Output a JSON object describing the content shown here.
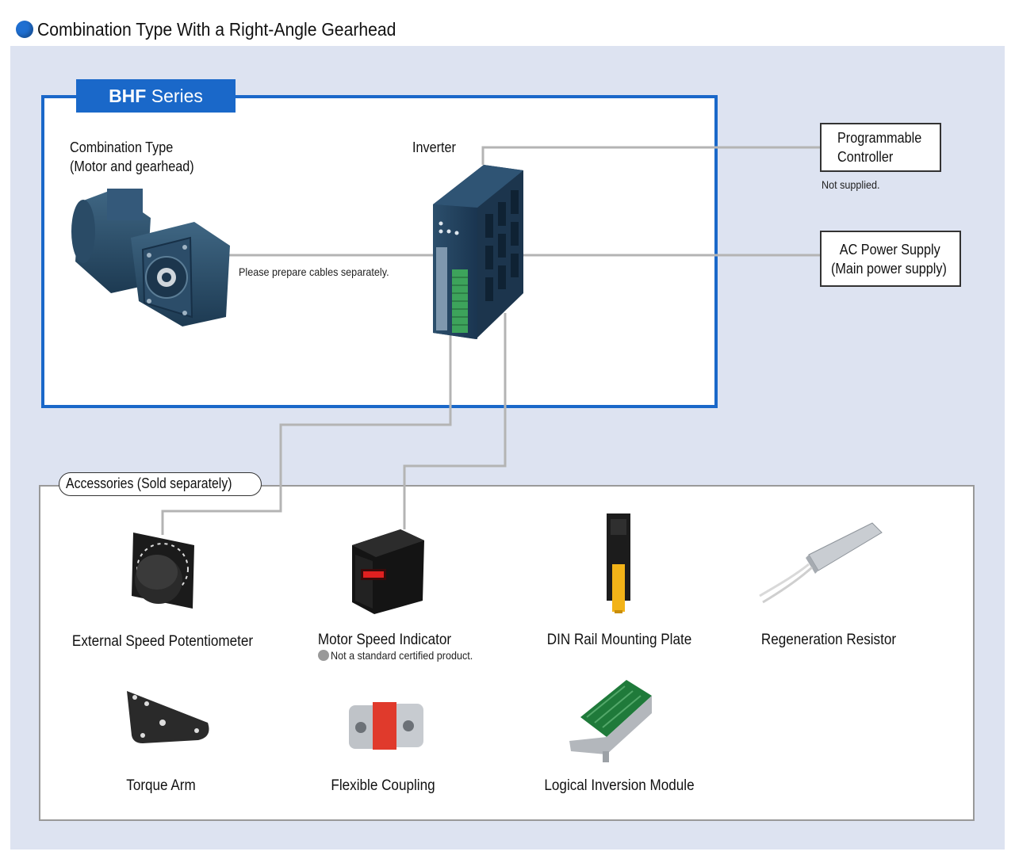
{
  "header": {
    "title": "Combination Type With a Right-Angle Gearhead"
  },
  "series": {
    "tab_bold": "BHF",
    "tab_rest": " Series",
    "motor_label_1": "Combination Type",
    "motor_label_2": "(Motor and gearhead)",
    "inverter_label": "Inverter",
    "cable_note": "Please prepare cables separately."
  },
  "external": {
    "plc_line1": "Programmable",
    "plc_line2": "Controller",
    "plc_note": "Not supplied.",
    "power_line1": "AC Power Supply",
    "power_line2": "(Main power supply)"
  },
  "accessories": {
    "title": "Accessories (Sold separately)",
    "items": [
      {
        "label": "External Speed Potentiometer"
      },
      {
        "label": "Motor Speed Indicator",
        "note": "Not a standard certified product."
      },
      {
        "label": "DIN Rail Mounting Plate"
      },
      {
        "label": "Regeneration Resistor"
      },
      {
        "label": "Torque Arm"
      },
      {
        "label": "Flexible Coupling"
      },
      {
        "label": "Logical Inversion Module"
      }
    ]
  },
  "colors": {
    "accent": "#1a68c9",
    "panel": "#dde3f1",
    "cable": "#b4b4b4"
  }
}
